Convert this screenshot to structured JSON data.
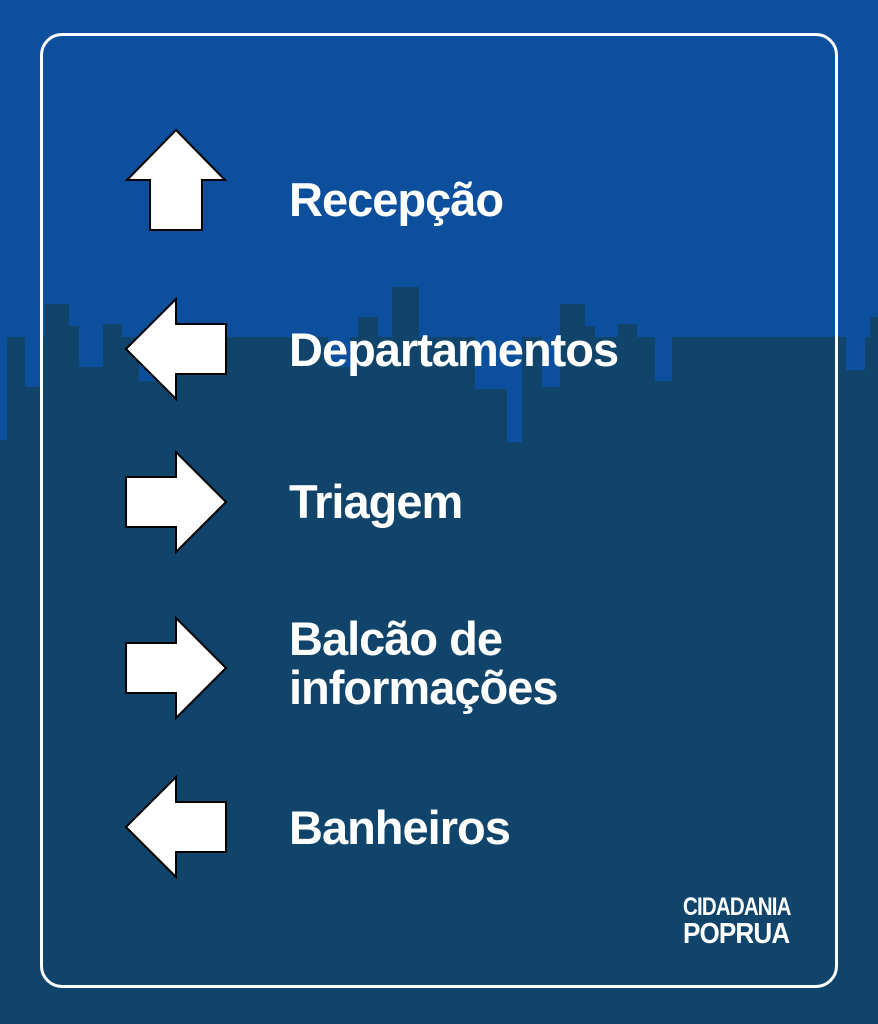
{
  "colors": {
    "sky": "#0c4f9c",
    "city": "#10446a",
    "foreground": "#ffffff"
  },
  "signs": [
    {
      "label": "Recepção",
      "direction": "up",
      "icon": "arrow-up-icon"
    },
    {
      "label": "Departamentos",
      "direction": "left",
      "icon": "arrow-left-icon"
    },
    {
      "label": "Triagem",
      "direction": "right",
      "icon": "arrow-right-icon"
    },
    {
      "label": "Balcão de informações",
      "direction": "right",
      "icon": "arrow-right-icon"
    },
    {
      "label": "Banheiros",
      "direction": "left",
      "icon": "arrow-left-icon"
    }
  ],
  "logo": {
    "line1": "CIDADANIA",
    "line2": "POPRUA"
  }
}
